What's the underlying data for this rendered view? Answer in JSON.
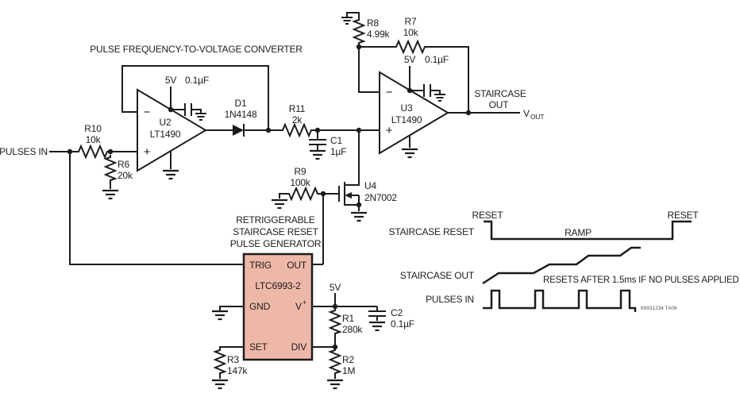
{
  "title": "PULSE FREQUENCY-TO-VOLTAGE CONVERTER",
  "colors": {
    "block_fill": "#eeb8a8",
    "line": "#1c1c1c",
    "background": "#ffffff"
  },
  "io": {
    "pulses_in": "PULSES IN",
    "staircase_line1": "STAIRCASE",
    "staircase_line2": "OUT",
    "vout_v": "V",
    "vout_sub": "OUT"
  },
  "components": {
    "r10": {
      "ref": "R10",
      "value": "10k"
    },
    "r6": {
      "ref": "R6",
      "value": "20k"
    },
    "r11": {
      "ref": "R11",
      "value": "2k"
    },
    "r9": {
      "ref": "R9",
      "value": "100k"
    },
    "r8": {
      "ref": "R8",
      "value": "4.99k"
    },
    "r7": {
      "ref": "R7",
      "value": "10k"
    },
    "r1": {
      "ref": "R1",
      "value": "280k"
    },
    "r2": {
      "ref": "R2",
      "value": "1M"
    },
    "r3": {
      "ref": "R3",
      "value": "147k"
    },
    "c1": {
      "ref": "C1",
      "value": "1µF"
    },
    "c2": {
      "ref": "C2",
      "value": "0.1µF"
    },
    "d1": {
      "ref": "D1",
      "value": "1N4148"
    },
    "u2": {
      "ref": "U2",
      "part": "LT1490",
      "inverting": "−",
      "noninverting": "+"
    },
    "u3": {
      "ref": "U3",
      "part": "LT1490",
      "inverting": "−",
      "noninverting": "+"
    },
    "u4": {
      "ref": "U4",
      "part": "2N7002"
    }
  },
  "supplies": {
    "u2_5v": "5V",
    "u2_cap": "0.1µF",
    "u3_5v": "5V",
    "u3_cap": "0.1µF",
    "gen_5v": "5V"
  },
  "block": {
    "part": "LTC6993-2",
    "caption1": "RETRIGGERABLE",
    "caption2": "STAIRCASE RESET",
    "caption3": "PULSE GENERATOR",
    "pins": {
      "trig": "TRIG",
      "out": "OUT",
      "gnd": "GND",
      "vplus_v": "V",
      "vplus_sup": "+",
      "set": "SET",
      "div": "DIV"
    }
  },
  "waveforms": {
    "staircase_reset": {
      "label": "STAIRCASE RESET",
      "reset_left": "RESET",
      "ramp": "RAMP",
      "reset_right": "RESET"
    },
    "staircase_out": {
      "label": "STAIRCASE OUT",
      "note": "RESETS AFTER 1.5ms IF NO PULSES APPLIED"
    },
    "pulses_in": {
      "label": "PULSES IN"
    },
    "figure_id": "69931234 TA06"
  }
}
